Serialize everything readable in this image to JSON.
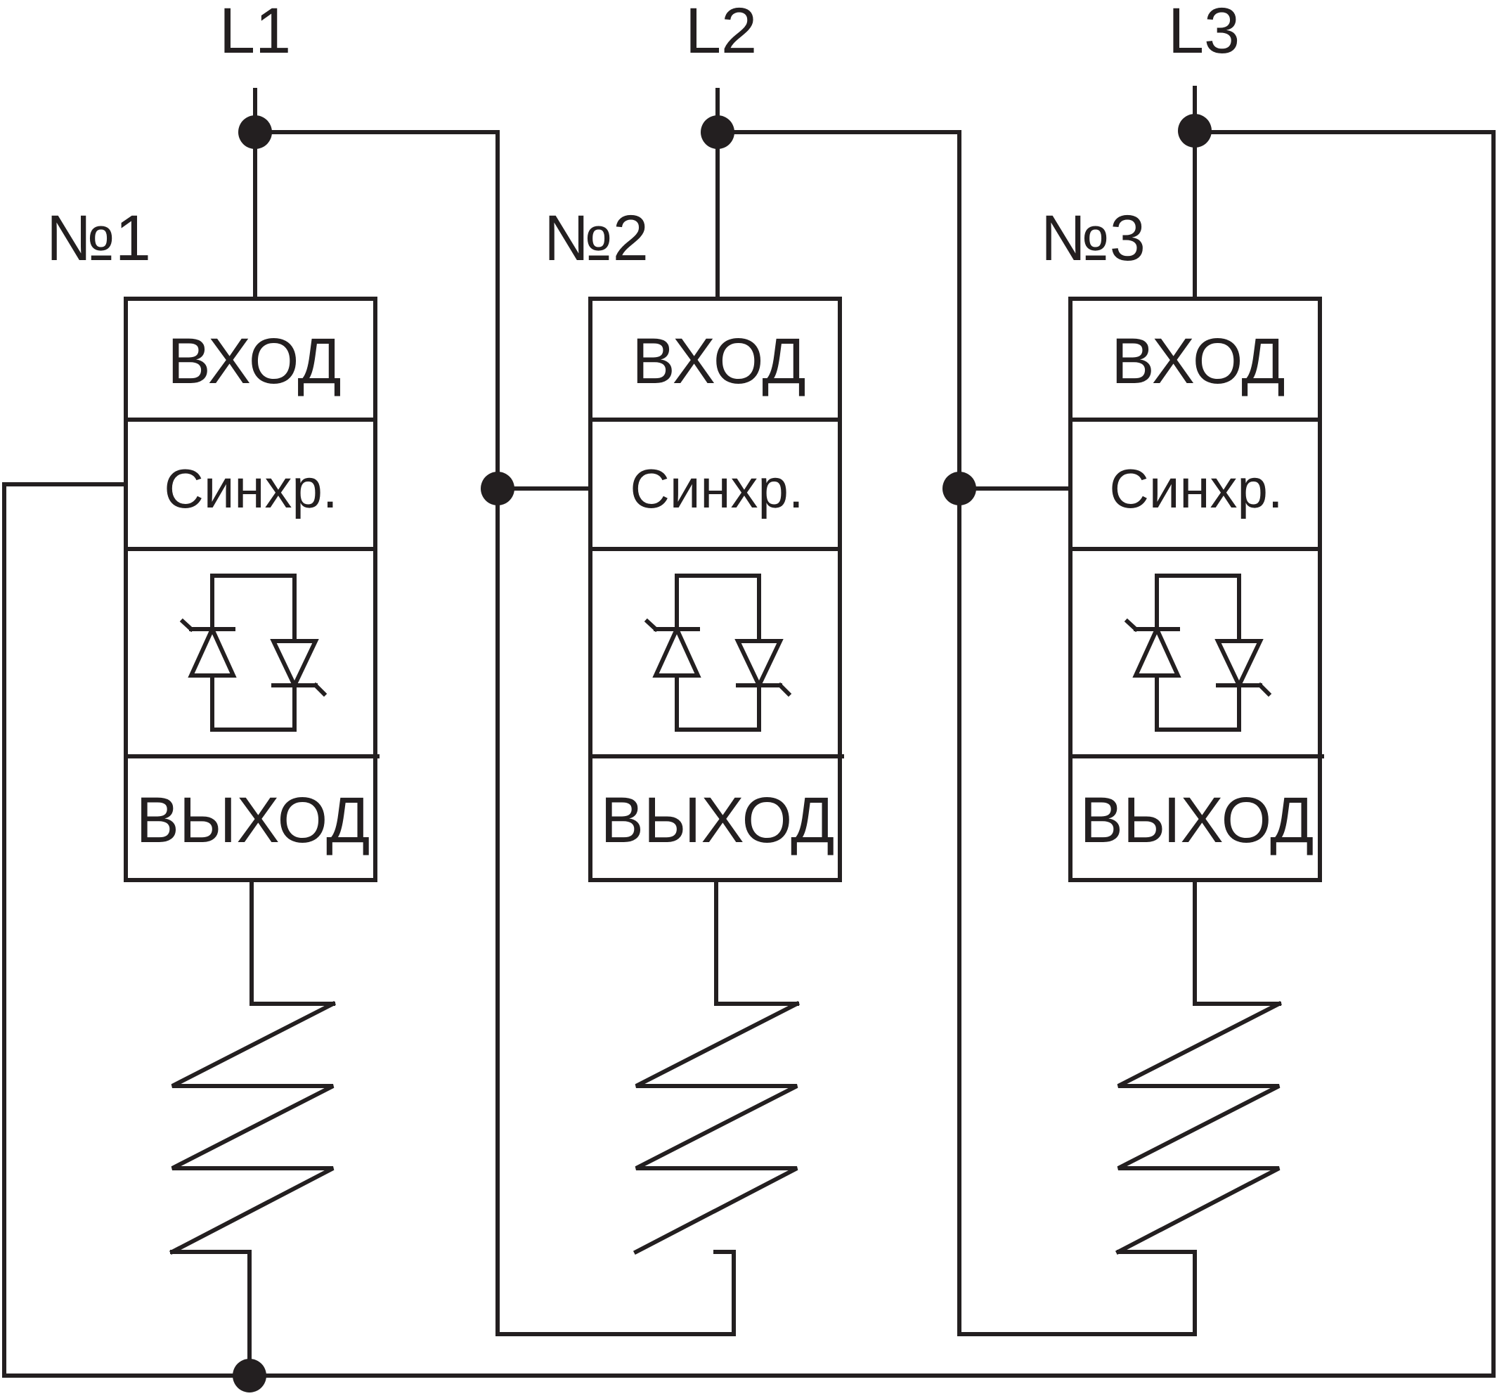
{
  "phases": [
    "L1",
    "L2",
    "L3"
  ],
  "channels": [
    {
      "number": "№1",
      "input": "ВХОД",
      "sync": "Синхр.",
      "output": "ВЫХОД"
    },
    {
      "number": "№2",
      "input": "ВХОД",
      "sync": "Синхр.",
      "output": "ВЫХОД"
    },
    {
      "number": "№3",
      "input": "ВХОД",
      "sync": "Синхр.",
      "output": "ВЫХОД"
    }
  ],
  "colors": {
    "line": "#231f20",
    "background": "#ffffff"
  }
}
